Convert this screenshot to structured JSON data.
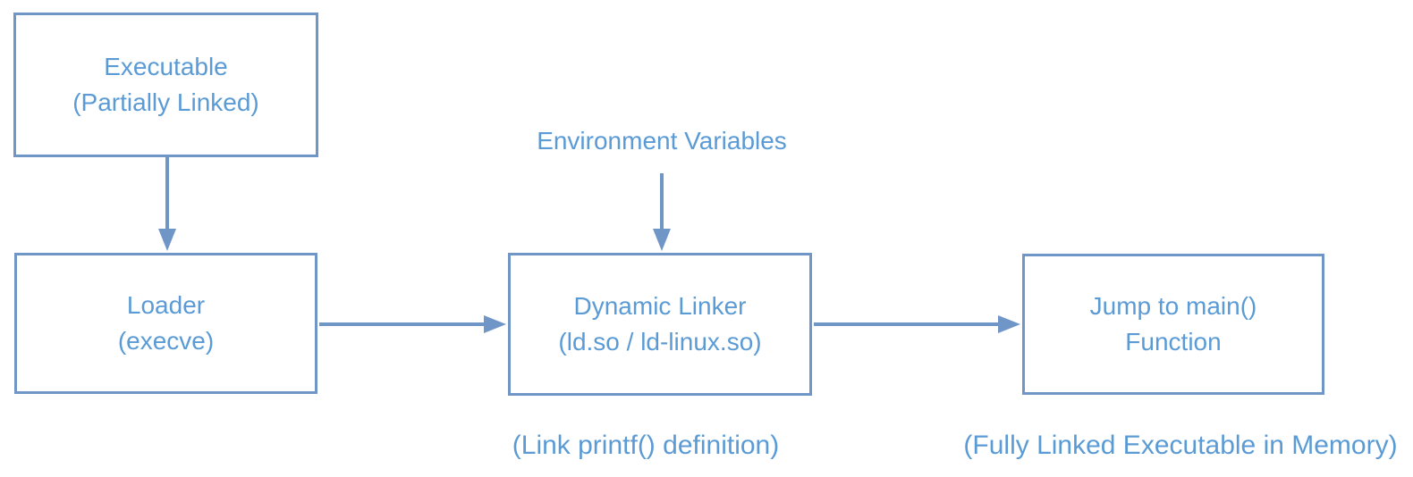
{
  "colors": {
    "stroke": "#7096c8",
    "text": "#5b9bd5",
    "background": "#ffffff"
  },
  "nodes": {
    "executable": {
      "line1": "Executable",
      "line2": "(Partially Linked)"
    },
    "loader": {
      "line1": "Loader",
      "line2": "(execve)"
    },
    "dynamic_linker": {
      "line1": "Dynamic Linker",
      "line2": "(ld.so / ld-linux.so)"
    },
    "jump_to_main": {
      "line1": "Jump to main()",
      "line2": "Function"
    }
  },
  "labels": {
    "environment_variables": "Environment Variables",
    "link_printf_caption": "(Link printf() definition)",
    "fully_linked_caption": "(Fully Linked Executable in Memory)"
  },
  "edges": [
    {
      "from": "executable",
      "to": "loader",
      "direction": "down"
    },
    {
      "from": "loader",
      "to": "dynamic_linker",
      "direction": "right"
    },
    {
      "from": "environment_variables",
      "to": "dynamic_linker",
      "direction": "down"
    },
    {
      "from": "dynamic_linker",
      "to": "jump_to_main",
      "direction": "right"
    }
  ]
}
